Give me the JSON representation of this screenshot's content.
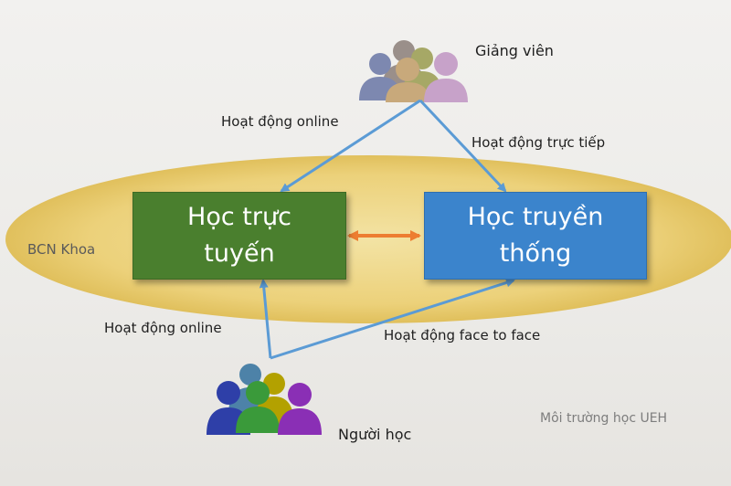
{
  "diagram": {
    "boxes": {
      "online": {
        "line1": "Học trực",
        "line2": "tuyến",
        "color": "#4a7f2e"
      },
      "traditional": {
        "line1": "Học truyền",
        "line2": "thống",
        "color": "#3b84cc"
      }
    },
    "actors": {
      "lecturer": {
        "label": "Giảng viên",
        "icon": "people-group-icon"
      },
      "learner": {
        "label": "Người học",
        "icon": "people-group-icon"
      }
    },
    "edges": {
      "lecturer_online": "Hoạt động online",
      "lecturer_direct": "Hoạt động trực tiếp",
      "learner_online": "Hoạt động online",
      "learner_f2f": "Hoạt động face to face"
    },
    "regions": {
      "faculty": "BCN Khoa",
      "environment": "Môi trường học UEH"
    },
    "colors": {
      "arrow": "#5b9bd5",
      "bidirectional_arrow": "#ed7d31",
      "ellipse": "#e8c85a"
    }
  }
}
